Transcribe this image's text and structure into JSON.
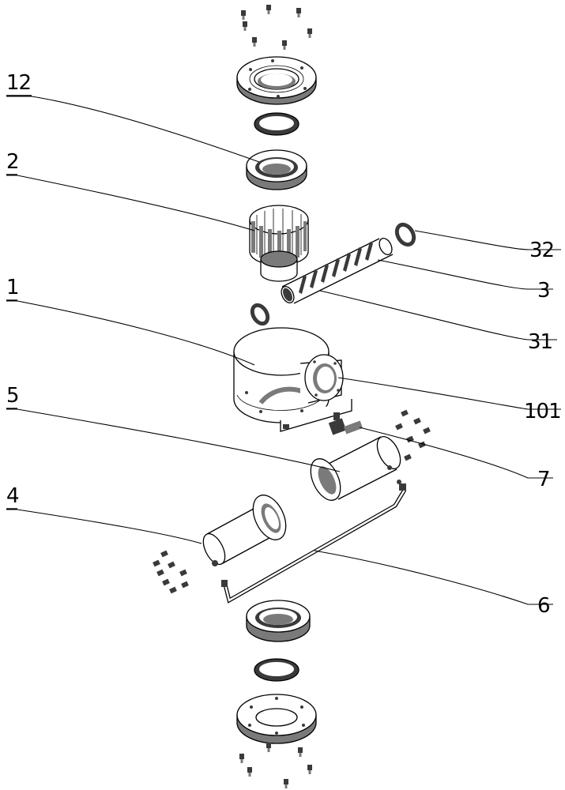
{
  "labels": {
    "l12": "12",
    "l2": "2",
    "l1": "1",
    "l5": "5",
    "l4": "4",
    "l32": "32",
    "l3": "3",
    "l31": "31",
    "l101": "101",
    "l7": "7",
    "l6": "6"
  }
}
